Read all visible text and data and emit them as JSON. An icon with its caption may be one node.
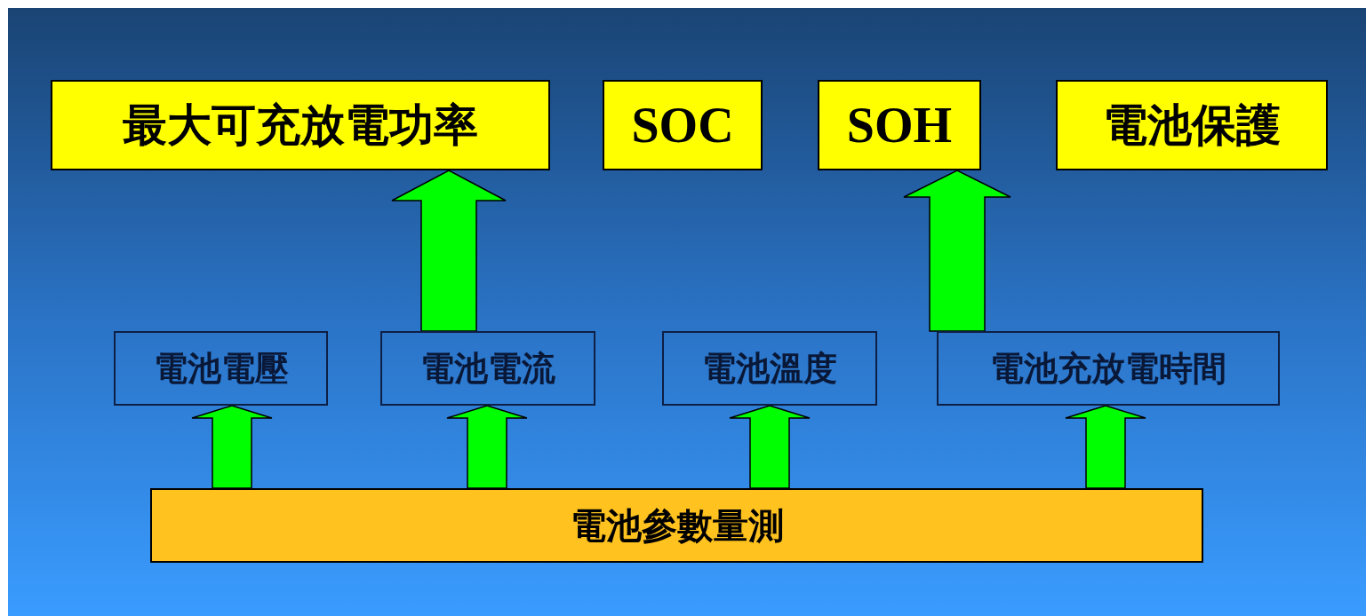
{
  "diagram": {
    "nodes": [
      {
        "text": [
          "最大可充放電功率"
        ]
      },
      {
        "text": [
          "SOC"
        ]
      },
      {
        "text": [
          "SOH"
        ]
      },
      {
        "text": [
          "電池保護"
        ]
      },
      {
        "text": [
          "電池電壓"
        ]
      },
      {
        "text": [
          "電池電流"
        ]
      },
      {
        "text": [
          "電池溫度"
        ]
      },
      {
        "text": [
          "電池充放電時間"
        ]
      },
      {
        "text": [
          "電池參數量測"
        ]
      }
    ],
    "edges": [
      {
        "from": 5,
        "to": 0,
        "arrow": "to"
      },
      {
        "from": 7,
        "to": 2,
        "arrow": "to"
      },
      {
        "from": 8,
        "to": 4,
        "arrow": "to"
      },
      {
        "from": 8,
        "to": 5,
        "arrow": "to"
      },
      {
        "from": 8,
        "to": 6,
        "arrow": "to"
      },
      {
        "from": 8,
        "to": 7,
        "arrow": "to"
      }
    ]
  }
}
